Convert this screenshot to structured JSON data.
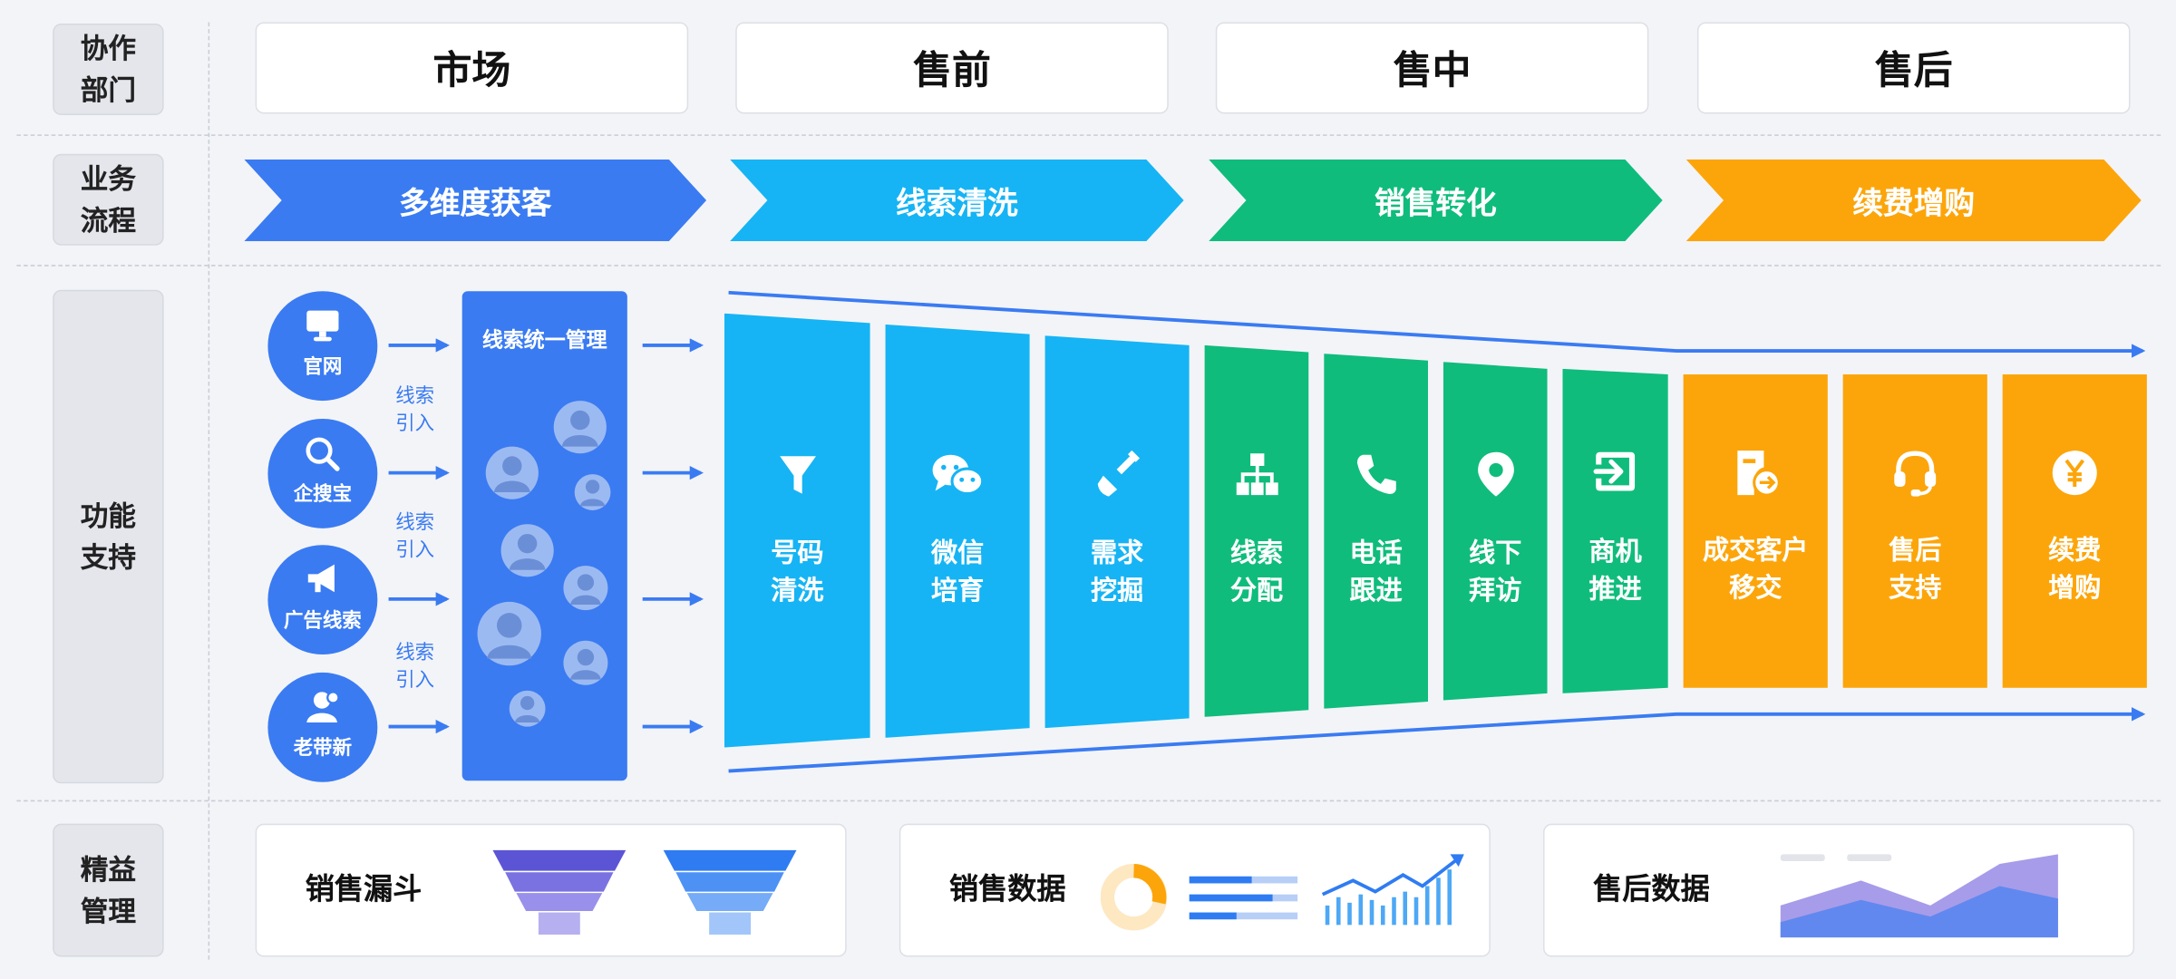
{
  "rows": {
    "collab": [
      "协作",
      "部门"
    ],
    "process": [
      "业务",
      "流程"
    ],
    "function": [
      "功能",
      "支持"
    ],
    "lean": [
      "精益",
      "管理"
    ]
  },
  "departments": [
    "市场",
    "售前",
    "售中",
    "售后"
  ],
  "process_steps": [
    {
      "label": "多维度获客",
      "color": "#3a7bf2"
    },
    {
      "label": "线索清洗",
      "color": "#16b4f4"
    },
    {
      "label": "销售转化",
      "color": "#0fbc7c"
    },
    {
      "label": "续费增购",
      "color": "#fca50a"
    }
  ],
  "sources": [
    {
      "label": "官网",
      "icon": "monitor-icon"
    },
    {
      "label": "企搜宝",
      "icon": "search-icon"
    },
    {
      "label": "广告线索",
      "icon": "megaphone-icon"
    },
    {
      "label": "老带新",
      "icon": "user-add-icon"
    }
  ],
  "source_intro": [
    "线索",
    "引入"
  ],
  "lead_hub": {
    "title": "线索统一管理"
  },
  "function_columns": [
    {
      "lines": [
        "号码",
        "清洗"
      ],
      "icon": "funnel-icon",
      "group": "clean"
    },
    {
      "lines": [
        "微信",
        "培育"
      ],
      "icon": "wechat-icon",
      "group": "clean"
    },
    {
      "lines": [
        "需求",
        "挖掘"
      ],
      "icon": "shovel-icon",
      "group": "clean"
    },
    {
      "lines": [
        "线索",
        "分配"
      ],
      "icon": "org-chart-icon",
      "group": "convert"
    },
    {
      "lines": [
        "电话",
        "跟进"
      ],
      "icon": "phone-icon",
      "group": "convert"
    },
    {
      "lines": [
        "线下",
        "拜访"
      ],
      "icon": "location-pin-icon",
      "group": "convert"
    },
    {
      "lines": [
        "商机",
        "推进"
      ],
      "icon": "forward-arrow-icon",
      "group": "convert"
    },
    {
      "lines": [
        "成交客户",
        "移交"
      ],
      "icon": "transfer-doc-icon",
      "group": "renew"
    },
    {
      "lines": [
        "售后",
        "支持"
      ],
      "icon": "headset-icon",
      "group": "renew"
    },
    {
      "lines": [
        "续费",
        "增购"
      ],
      "icon": "yen-coin-icon",
      "group": "renew"
    }
  ],
  "lean_cards": [
    {
      "label": "销售漏斗"
    },
    {
      "label": "销售数据"
    },
    {
      "label": "售后数据"
    }
  ],
  "colors": {
    "blue": "#3a7bf2",
    "cyan": "#16b4f4",
    "green": "#0fbc7c",
    "orange": "#fca50a",
    "purple": "#7b69dc"
  }
}
